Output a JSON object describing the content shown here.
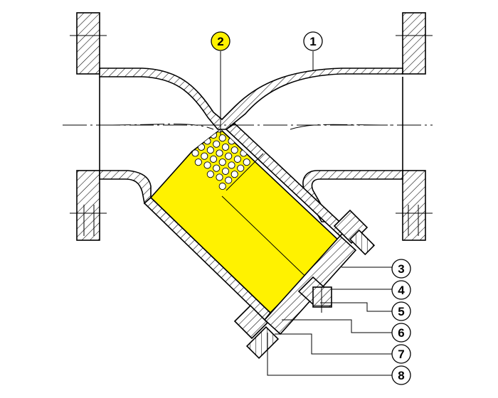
{
  "colors": {
    "line": "#000000",
    "screen_fill": "#fff200",
    "hole_fill": "#ffffff",
    "background": "#ffffff"
  },
  "callouts": [
    {
      "id": "1",
      "label": "1",
      "highlighted": false
    },
    {
      "id": "2",
      "label": "2",
      "highlighted": true
    },
    {
      "id": "3",
      "label": "3",
      "highlighted": false
    },
    {
      "id": "4",
      "label": "4",
      "highlighted": false
    },
    {
      "id": "5",
      "label": "5",
      "highlighted": false
    },
    {
      "id": "6",
      "label": "6",
      "highlighted": false
    },
    {
      "id": "7",
      "label": "7",
      "highlighted": false
    },
    {
      "id": "8",
      "label": "8",
      "highlighted": false
    }
  ]
}
